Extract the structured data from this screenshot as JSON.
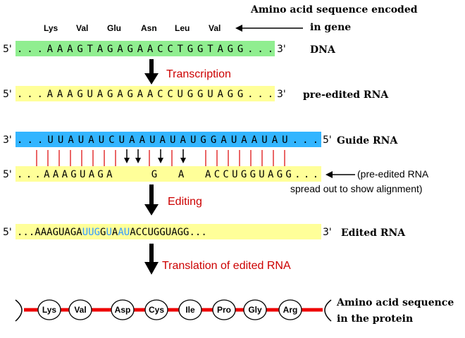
{
  "header": {
    "amino_top": [
      "Lys",
      "Val",
      "Glu",
      "Asn",
      "Leu",
      "Val"
    ],
    "caption_line1": "Amino acid sequence encoded",
    "caption_line2": "in gene"
  },
  "rows": {
    "dna": {
      "prefix": "5'",
      "seq": "...AAAGTAGAGAACCTGGTAGG...",
      "suffix": "3'",
      "label": "DNA",
      "color": "#90ee90"
    },
    "pre": {
      "prefix": "5'",
      "seq": "...AAAGUAGAGAACCUGGUAGG...",
      "suffix": "3'",
      "label": "pre-edited RNA",
      "color": "#ffff99"
    },
    "guide": {
      "prefix": "3'",
      "seq": "...UUAUAUCUAAUAUAUGGAUAAUAU...",
      "suffix": "5'",
      "label": "Guide RNA",
      "color": "#33b5ff"
    },
    "spread": {
      "prefix": "5'",
      "seq": "...AAAGUAGA    G  A  ACCUGGUAGG...",
      "note_line1": "(pre-edited RNA",
      "note_line2": "spread out to show alignment)",
      "color": "#ffff99"
    },
    "edited": {
      "prefix": "5'",
      "seq_a": "...AAAGUAGA",
      "seq_b": "UUG",
      "seq_c": "U",
      "seq_d": "AU",
      "seq_e": "ACCUGGUAGG...",
      "suffix": "3'",
      "label": "Edited RNA",
      "color": "#ffff99",
      "inserted_color": "#3399ff"
    }
  },
  "steps": {
    "transcription": "Transcription",
    "editing": "Editing",
    "translation": "Translation of edited RNA"
  },
  "protein": {
    "residues": [
      "Lys",
      "Val",
      "Asp",
      "Cys",
      "Ile",
      "Pro",
      "Gly",
      "Arg"
    ],
    "label_line1": "Amino acid sequence",
    "label_line2": "in the protein",
    "bond_color": "#ee0000"
  }
}
